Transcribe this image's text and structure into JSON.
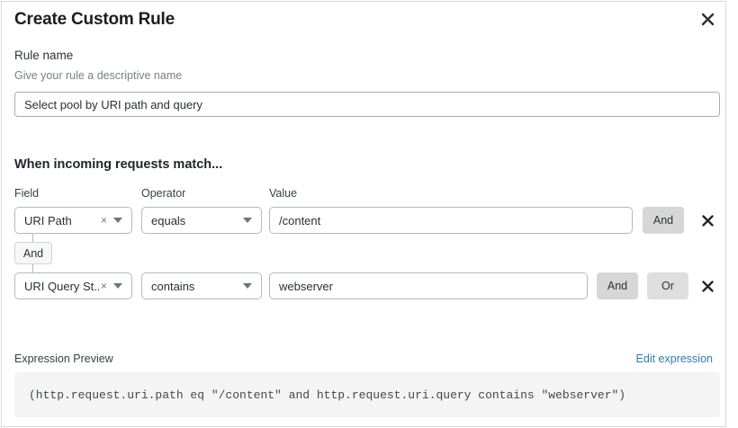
{
  "dialog": {
    "title": "Create Custom Rule",
    "close_icon": "close-icon"
  },
  "rule_name": {
    "label": "Rule name",
    "help": "Give your rule a descriptive name",
    "value": "Select pool by URI path and query",
    "placeholder": "Rule name"
  },
  "match_section": {
    "heading": "When incoming requests match...",
    "columns": {
      "field": "Field",
      "operator": "Operator",
      "value": "Value"
    },
    "connector": {
      "label": "And"
    },
    "rows": [
      {
        "field": "URI Path",
        "clear_icon": "clear-x-icon",
        "caret_icon": "chevron-down-icon",
        "operator": "equals",
        "value": "/content",
        "value_placeholder": "Value",
        "and_label": "And",
        "remove_icon": "close-icon"
      },
      {
        "field": "URI Query St...",
        "clear_icon": "clear-x-icon",
        "caret_icon": "chevron-down-icon",
        "operator": "contains",
        "value": "webserver",
        "value_placeholder": "Value",
        "and_label": "And",
        "or_label": "Or",
        "remove_icon": "close-icon"
      }
    ]
  },
  "expression_preview": {
    "label": "Expression Preview",
    "edit_link": "Edit expression",
    "expression": "(http.request.uri.path eq \"/content\" and http.request.uri.query contains \"webserver\")"
  },
  "colors": {
    "link": "#2c7cb0",
    "button_gray": "#d6d6d6",
    "preview_bg": "#f4f4f4",
    "border": "#b4b9be"
  }
}
